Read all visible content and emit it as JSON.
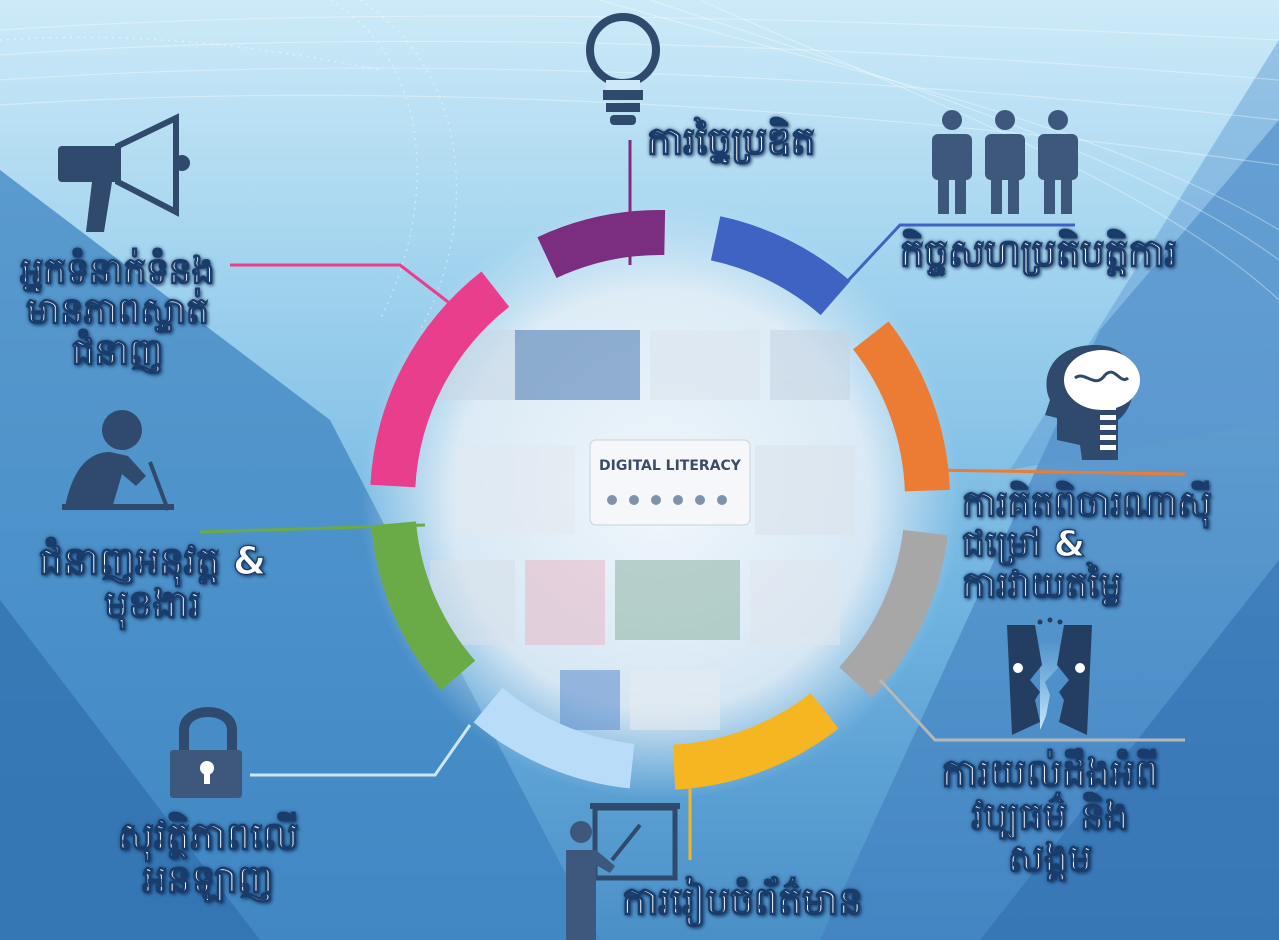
{
  "labels": {
    "creativity": "ការច្នៃប្រឌិត",
    "collaboration": "កិច្ចសហប្រតិបត្តិការ",
    "critical_thinking_line1": "ការគិតពិចារណាស៊ីជម្រៅ &",
    "critical_thinking_line2": "ការវាយតម្លៃ",
    "cultural_awareness_line1": "ការយល់ដឹងអំពី",
    "cultural_awareness_line2": "វប្បធម៌ និងសង្គម",
    "information_management": "ការរៀបចំព័ត៌មាន",
    "online_safety_line1": "សុវត្ថិភាពលើ",
    "online_safety_line2": "អនឡាញ",
    "functional_skills_line1": "ជំនាញអនុវត្ត &",
    "functional_skills_line2": "មុខងារ",
    "communication_line1": "អ្នកទំនាក់ទំនង",
    "communication_line2": "មានភាពស្ទាត់ជំនាញ"
  },
  "center_panel": {
    "title": "DIGITAL LITERACY"
  },
  "colors": {
    "purple": "#7b2d7f",
    "blue": "#3f63c2",
    "orange": "#ec7b34",
    "gray": "#a7a7a7",
    "yellow": "#f5b622",
    "light_blue": "#b9dcf8",
    "green": "#6aaa47",
    "pink": "#e83e8c",
    "icon_dark": "#2f4a6c"
  },
  "icons": [
    "lightbulb-icon",
    "people-icon",
    "brain-head-icon",
    "faces-icon",
    "presenter-icon",
    "lock-icon",
    "writer-icon",
    "megaphone-icon"
  ]
}
